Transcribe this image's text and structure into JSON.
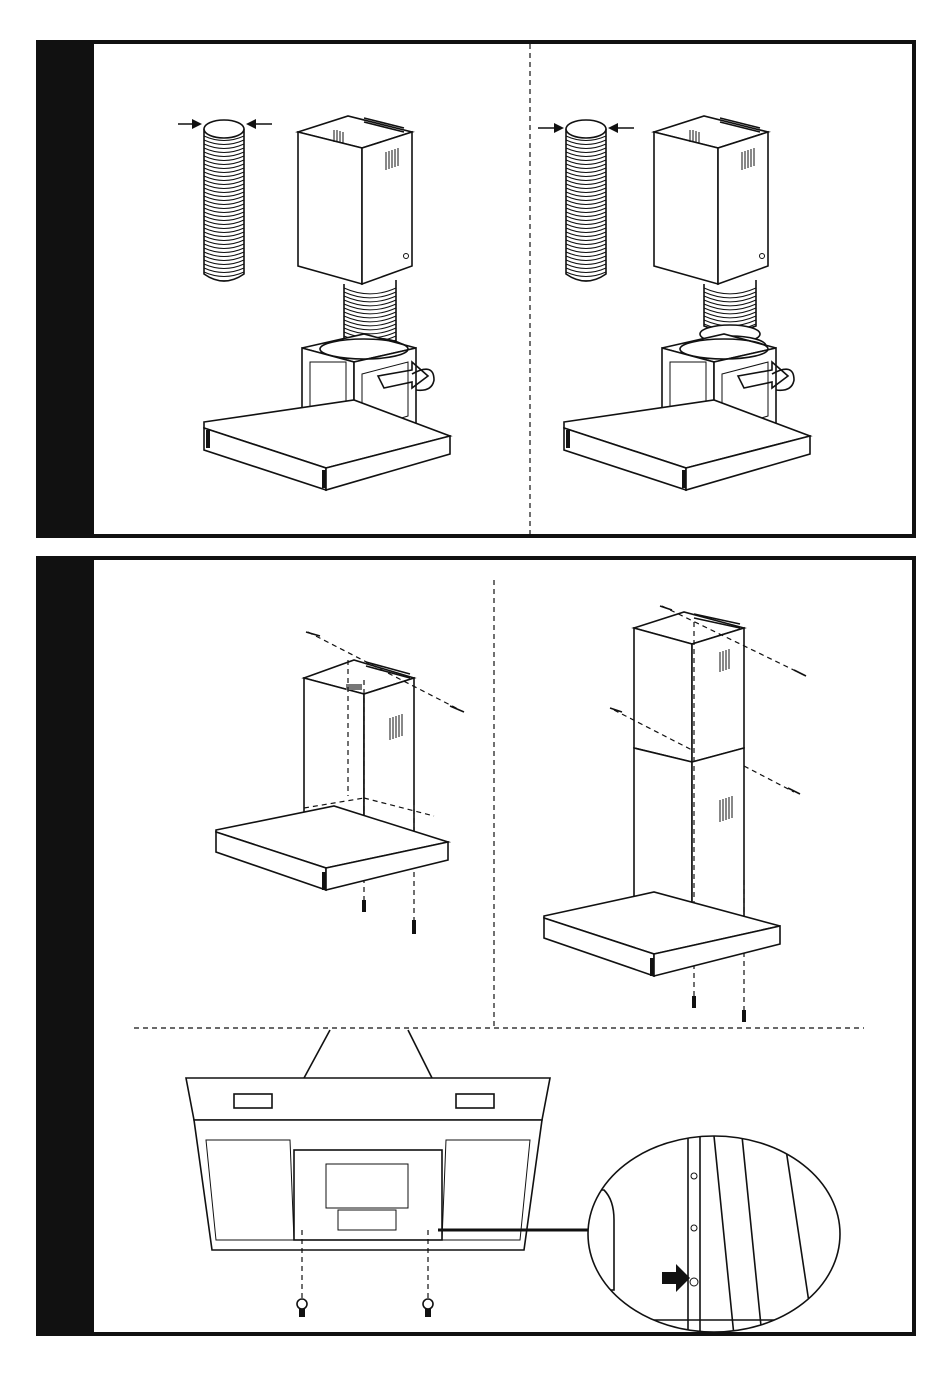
{
  "document": {
    "type": "installation-diagram",
    "steps": [
      {
        "id": "step-duct-connection",
        "views": 2
      },
      {
        "id": "step-chimney-mounting",
        "views": 3
      }
    ]
  }
}
